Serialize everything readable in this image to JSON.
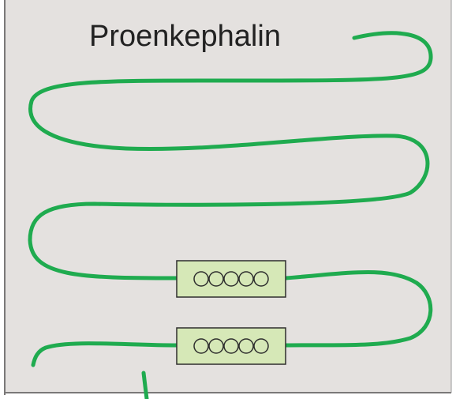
{
  "title": "Proenkephalin",
  "colors": {
    "background": "#e4e1df",
    "border": "#7a7878",
    "chain": "#1fab4f",
    "box_fill": "#d6e8b7",
    "box_stroke": "#2e2e2e",
    "circle_stroke": "#2e2e2e"
  },
  "domains": [
    {
      "circle_count": 5
    },
    {
      "circle_count": 5
    }
  ]
}
